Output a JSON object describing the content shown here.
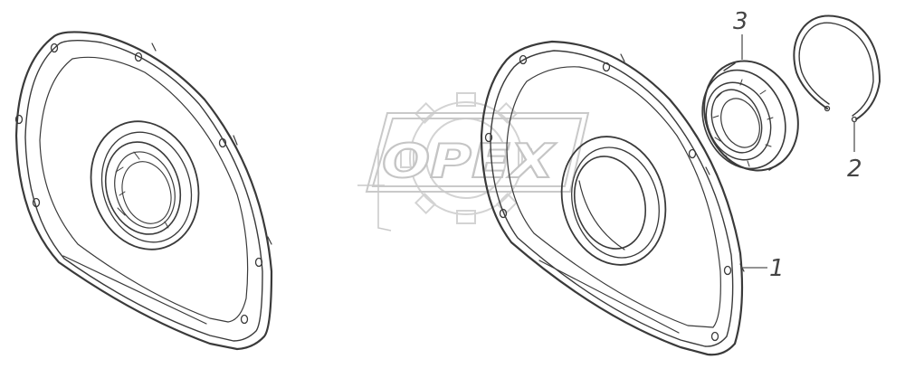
{
  "callouts": {
    "flange_cover": "1",
    "retaining_ring": "2",
    "bearing": "3"
  },
  "watermark": {
    "text": "OPEX"
  },
  "colors": {
    "line": "#3a3a3a",
    "watermark": "#c4c4c4"
  }
}
